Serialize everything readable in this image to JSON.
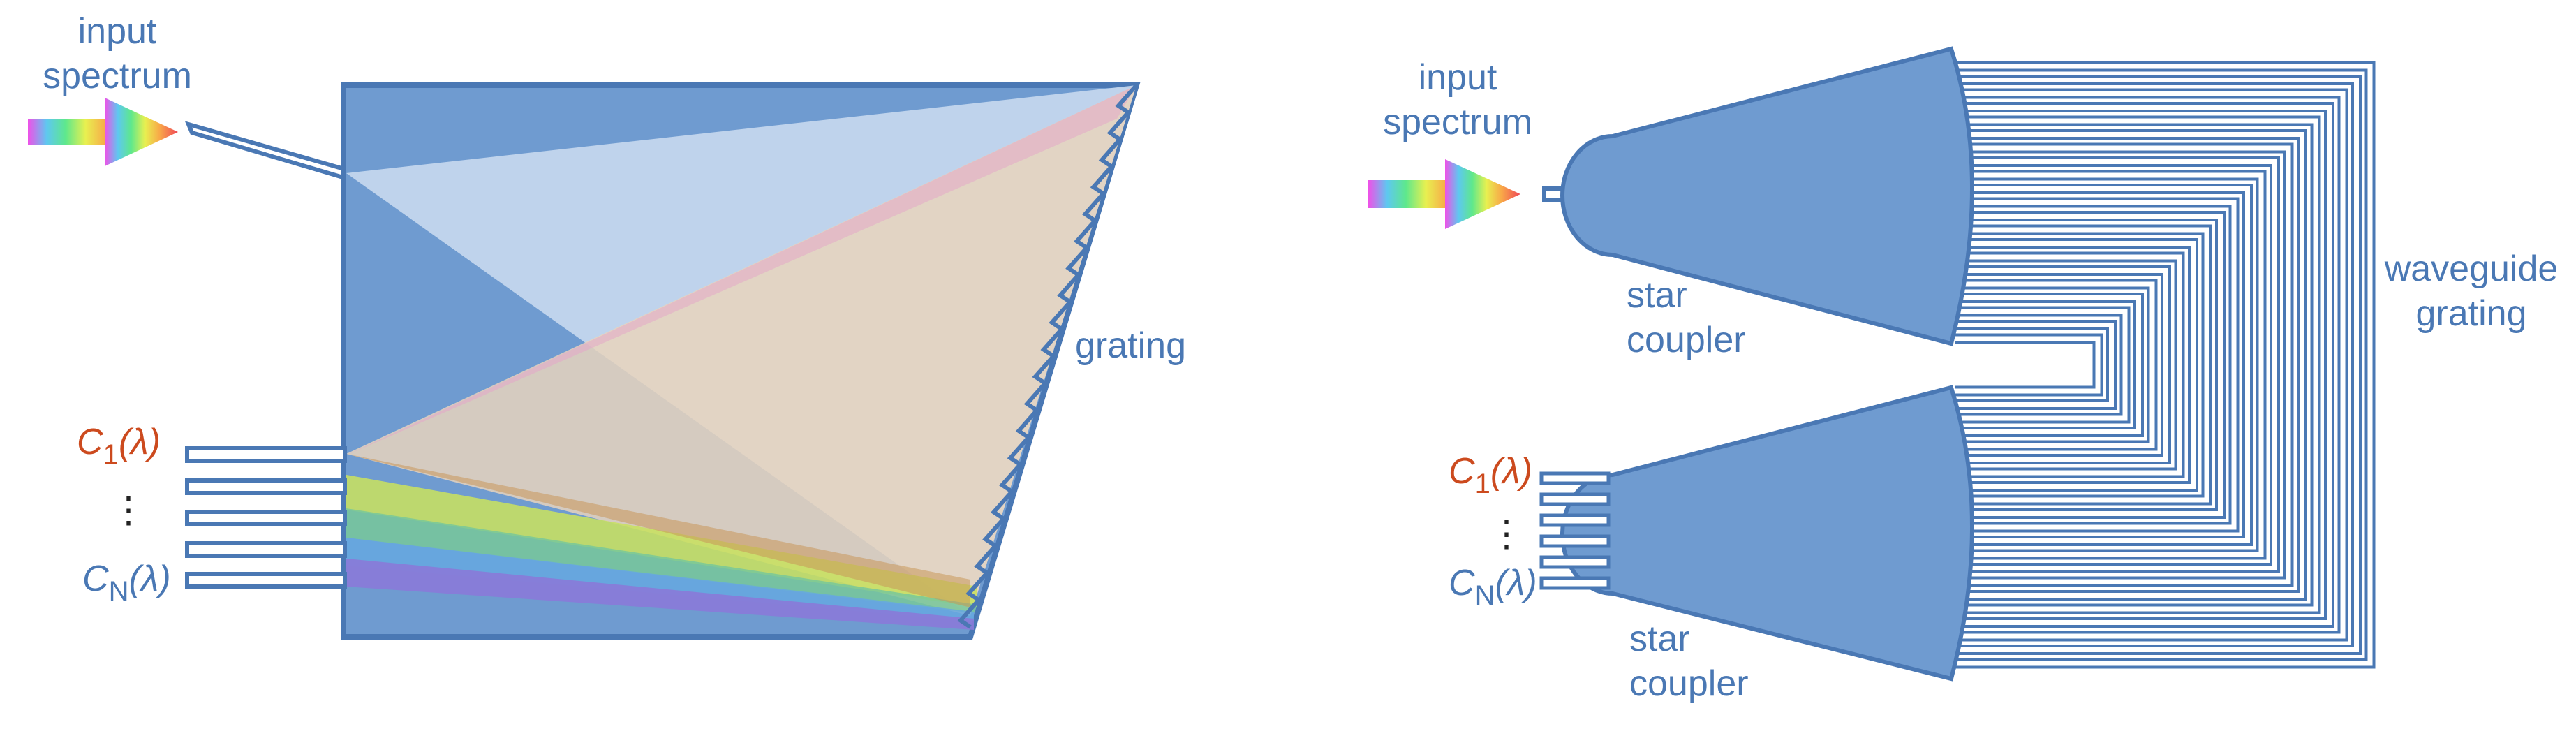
{
  "colors": {
    "slab": "#6f9bd0",
    "edge": "#4a78b4",
    "label_blue": "#4a78b4",
    "label_red": "#cc4a1e",
    "waveguide_fill": "#ffffff",
    "light_blue_beam": "#c4d6ee",
    "orange_beam": "#e9d5bf"
  },
  "left_diagram": {
    "input_label": [
      "input",
      "spectrum"
    ],
    "grating_label": "grating",
    "output_first": {
      "prefix": "C",
      "sub": "1",
      "suffix": "(λ)"
    },
    "output_last": {
      "prefix": "C",
      "sub": "N",
      "suffix": "(λ)"
    },
    "dots": "⋮"
  },
  "right_diagram": {
    "input_label": [
      "input",
      "spectrum"
    ],
    "star_coupler_top": [
      "star",
      "coupler"
    ],
    "star_coupler_bottom": [
      "star",
      "coupler"
    ],
    "grating_label": [
      "waveguide",
      "grating"
    ],
    "output_first": {
      "prefix": "C",
      "sub": "1",
      "suffix": "(λ)"
    },
    "output_last": {
      "prefix": "C",
      "sub": "N",
      "suffix": "(λ)"
    },
    "dots": "⋮"
  }
}
